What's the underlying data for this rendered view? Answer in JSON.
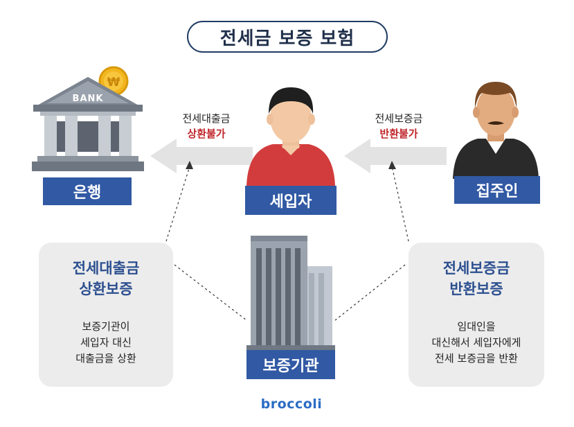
{
  "title": "전세금 보증 보험",
  "bank": {
    "sign": "BANK",
    "label": "은행"
  },
  "tenant": {
    "label": "세입자"
  },
  "landlord": {
    "label": "집주인"
  },
  "guarantor": {
    "label": "보증기관"
  },
  "arrow_left": {
    "line1": "전세대출금",
    "line2": "상환불가"
  },
  "arrow_right": {
    "line1": "전세보증금",
    "line2": "반환불가"
  },
  "card_left": {
    "head": [
      "전세대출금",
      "상환보증"
    ],
    "body": [
      "보증기관이",
      "세입자 대신",
      "대출금을 상환"
    ]
  },
  "card_right": {
    "head": [
      "전세보증금",
      "반환보증"
    ],
    "body": [
      "임대인을",
      "대신해서 세입자에게",
      "전세 보증금을 반환"
    ]
  },
  "logo": "broccoli",
  "colors": {
    "navy": "#1f3b63",
    "label_blue": "#3159a4",
    "red": "#c0272d",
    "card_gray": "#ececec",
    "arrow_gray": "#e3e3e3"
  }
}
